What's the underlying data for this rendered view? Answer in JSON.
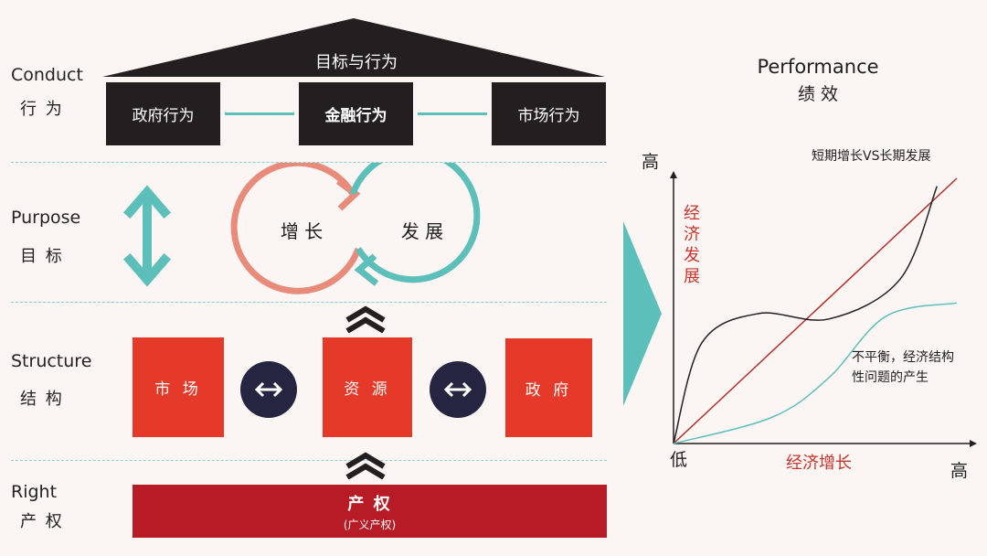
{
  "left": {
    "conduct": {
      "en": "Conduct",
      "zh": "行 为"
    },
    "purpose": {
      "en": "Purpose",
      "zh": "目 标"
    },
    "structure": {
      "en": "Structure",
      "zh": "结 构"
    },
    "right": {
      "en": "Right",
      "zh": "产 权"
    }
  },
  "roof": {
    "label": "目标与行为"
  },
  "conduct_boxes": [
    "政府行为",
    "金融行为",
    "市场行为"
  ],
  "purpose_cycle": {
    "left": "增 长",
    "right": "发 展"
  },
  "structure_boxes": [
    "市 场",
    "资 源",
    "政 府"
  ],
  "rights_bar": {
    "title": "产 权",
    "subtitle": "(广义产权)"
  },
  "performance": {
    "en": "Performance",
    "zh": "绩 效"
  },
  "chart_data": {
    "type": "line",
    "title": "短期增长VS长期发展",
    "xlabel": "经济增长",
    "ylabel": "经济发展",
    "x_low": "低",
    "x_high": "高",
    "y_high": "高",
    "annotation": "不平衡，经济结构性问题的产生",
    "annotation_lines": [
      "不平衡，经济结构",
      "性问题的产生"
    ],
    "series": [
      {
        "color": "#b5302a",
        "values": [
          [
            0,
            0
          ],
          [
            1,
            1
          ]
        ]
      },
      {
        "color": "#231f20",
        "values": [
          [
            0,
            0
          ],
          [
            0.1,
            0.38
          ],
          [
            0.3,
            0.49
          ],
          [
            0.55,
            0.47
          ],
          [
            0.8,
            0.62
          ],
          [
            0.93,
            0.97
          ]
        ]
      },
      {
        "color": "#5dbfba",
        "values": [
          [
            0,
            0
          ],
          [
            0.35,
            0.1
          ],
          [
            0.55,
            0.25
          ],
          [
            0.75,
            0.48
          ],
          [
            1,
            0.53
          ]
        ]
      }
    ],
    "colors": {
      "axes": "#231f20",
      "label_red": "#c9352d",
      "teal": "#5dbfba"
    }
  },
  "colors": {
    "red": "#e53a2a",
    "dark_red": "#b71c26",
    "black": "#231f20",
    "teal": "#5dbfba",
    "salmon": "#e98b7b",
    "navy": "#252542"
  }
}
